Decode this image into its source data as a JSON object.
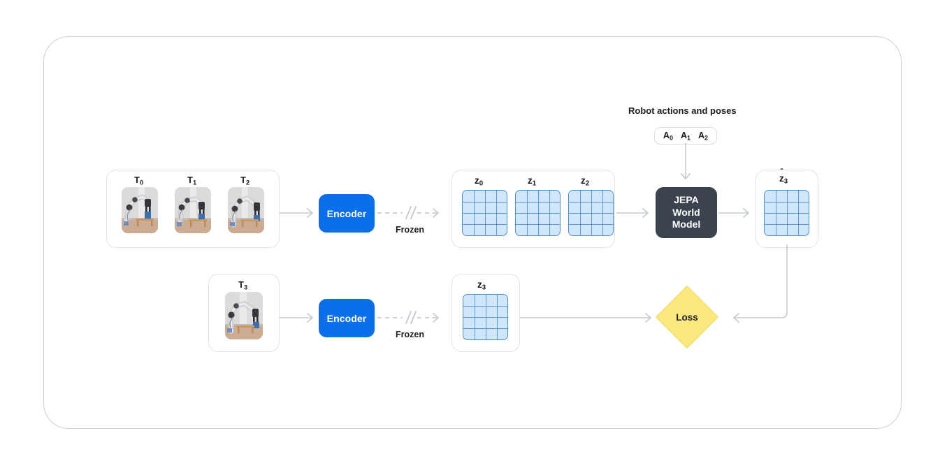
{
  "diagram": {
    "title_hidden": "",
    "context_frames": {
      "card_name": "context-frames-group",
      "frames": [
        {
          "label_base": "T",
          "label_sub": "0",
          "alt": "robot-arm-frame-t0"
        },
        {
          "label_base": "T",
          "label_sub": "1",
          "alt": "robot-arm-frame-t1"
        },
        {
          "label_base": "T",
          "label_sub": "2",
          "alt": "robot-arm-frame-t2"
        }
      ]
    },
    "target_frame": {
      "card_name": "target-frame-group",
      "frames": [
        {
          "label_base": "T",
          "label_sub": "3",
          "alt": "robot-arm-frame-t3"
        }
      ]
    },
    "encoder_top": {
      "label": "Encoder",
      "frozen_label": "Frozen"
    },
    "encoder_bottom": {
      "label": "Encoder",
      "frozen_label": "Frozen"
    },
    "context_latents": {
      "card_name": "context-latents-group",
      "items": [
        {
          "label_base": "z",
          "label_sub": "0",
          "hat": false
        },
        {
          "label_base": "z",
          "label_sub": "1",
          "hat": false
        },
        {
          "label_base": "z",
          "label_sub": "2",
          "hat": false
        }
      ]
    },
    "target_latent": {
      "card_name": "target-latent-group",
      "items": [
        {
          "label_base": "z",
          "label_sub": "3",
          "hat": false
        }
      ]
    },
    "predicted_latent": {
      "card_name": "predicted-latent-group",
      "items": [
        {
          "label_base": "z",
          "label_sub": "3",
          "hat": true,
          "hat_glyph": "ˆ"
        }
      ]
    },
    "actions": {
      "caption": "Robot actions and poses",
      "items": [
        {
          "base": "A",
          "sub": "0"
        },
        {
          "base": "A",
          "sub": "1"
        },
        {
          "base": "A",
          "sub": "2"
        }
      ]
    },
    "world_model": {
      "line1": "JEPA",
      "line2": "World",
      "line3": "Model"
    },
    "loss": {
      "label": "Loss"
    },
    "grid": {
      "rows": 4,
      "cols": 4
    },
    "colors": {
      "encoder_blue": "#0a6fe8",
      "world_model_dark": "#3b444e",
      "loss_yellow": "#fbe87f",
      "loss_yellow_border": "#f5df6a",
      "grid_fill": "#cfe6fb",
      "grid_line": "#5b9bd9",
      "grid_border": "#4e90d4",
      "card_border": "#dfe3ea",
      "frame_border": "#c9cfdb",
      "arrow_gray": "#c6cad2",
      "text_dark": "#1c1c1e",
      "page_background": "#ffffff"
    }
  }
}
